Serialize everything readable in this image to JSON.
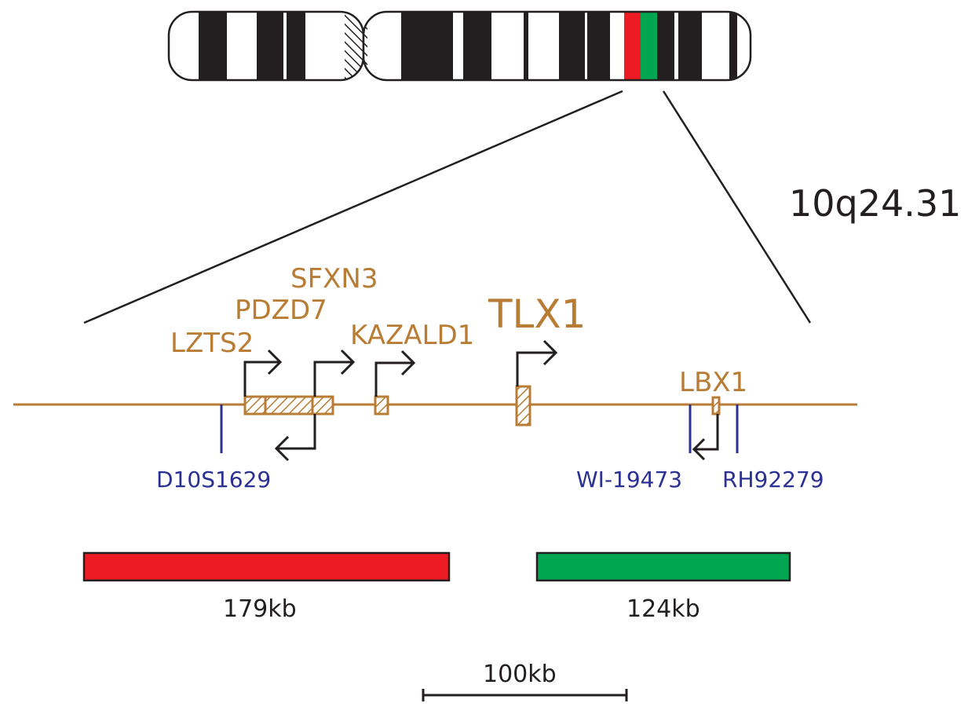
{
  "band_label": "10q24.31",
  "genes": [
    {
      "name": "SFXN3"
    },
    {
      "name": "PDZD7"
    },
    {
      "name": "LZTS2"
    },
    {
      "name": "KAZALD1"
    },
    {
      "name": "TLX1"
    },
    {
      "name": "LBX1"
    }
  ],
  "markers": [
    {
      "name": "D10S1629"
    },
    {
      "name": "WI-19473"
    },
    {
      "name": "RH92279"
    }
  ],
  "regions": [
    {
      "label": "179kb",
      "color": "#ed1c24"
    },
    {
      "label": "124kb",
      "color": "#00a651"
    }
  ],
  "scale_bar": {
    "label": "100kb"
  },
  "colors": {
    "gene": "#b87c34",
    "marker": "#2b3093",
    "band": "#231f20"
  }
}
